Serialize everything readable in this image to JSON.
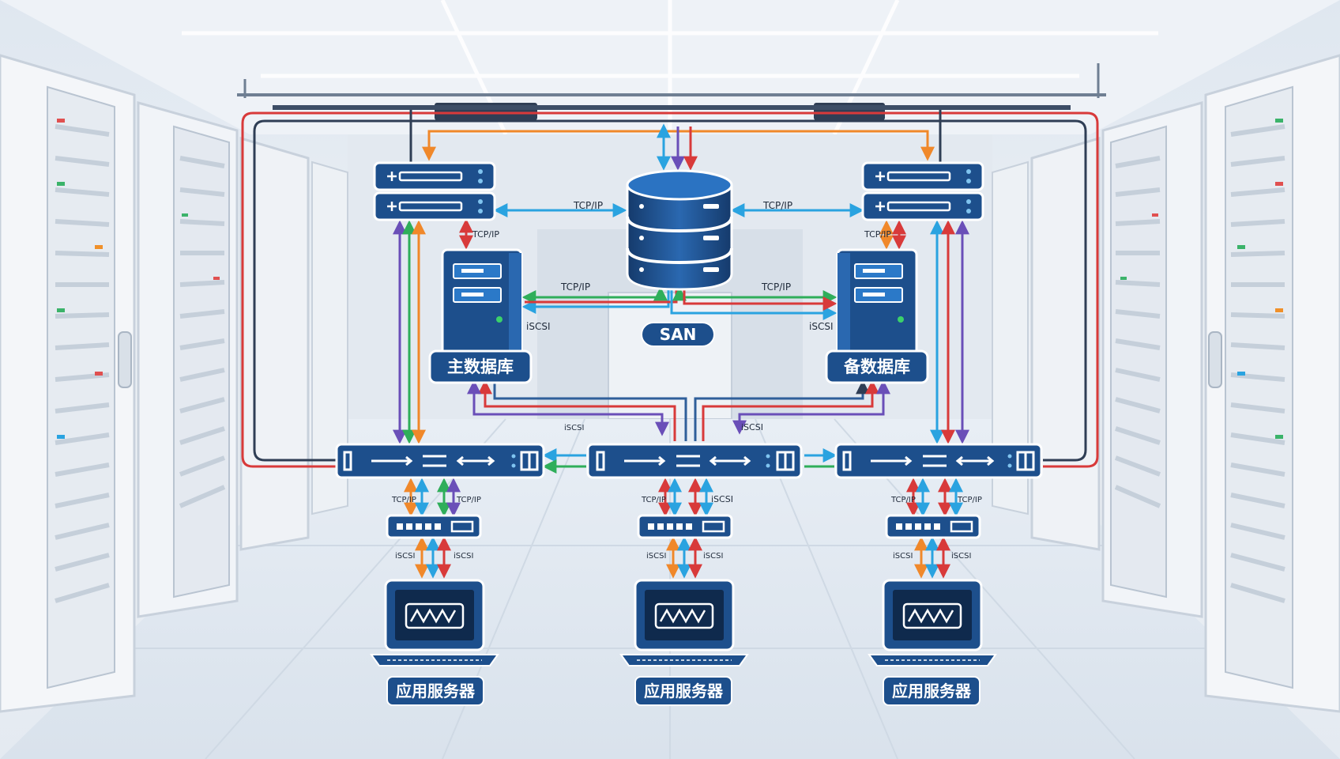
{
  "colors": {
    "navy": "#1d4f8c",
    "navy_dark": "#153a6b",
    "tcp": "#2aa3e0",
    "red": "#d83a3a",
    "orange": "#f0882a",
    "green": "#2fae5a",
    "purple": "#6a4fb8",
    "dark_cable": "#2f3e55"
  },
  "icons": {
    "san": "database-cylinder-icon",
    "db_server": "tower-server-icon",
    "rack_switch": "rack-switch-icon",
    "core_switch": "network-switch-icon",
    "access_switch": "access-switch-icon",
    "app_server": "laptop-monitor-icon"
  },
  "nodes": {
    "san": "SAN",
    "primary_db": "主数据库",
    "backup_db": "备数据库",
    "app_servers": [
      "应用服务器",
      "应用服务器",
      "应用服务器"
    ]
  },
  "links": {
    "tcp_top_left": "TCP/IP",
    "tcp_top_right": "TCP/IP",
    "tcp_left_short": "TCP/IP",
    "tcp_right_short": "TCP/IP",
    "tcp_mid_left": "TCP/IP",
    "tcp_mid_right": "TCP/IP",
    "iscsi_left": "iSCSI",
    "iscsi_right": "iSCSI",
    "iscsi_center_left": "iSCSI",
    "iscsi_center_right": "iSCSI",
    "access": [
      {
        "top_left": "TCP/IP",
        "top_right": "TCP/IP",
        "bottom_left": "iSCSI",
        "bottom_right": "iSCSI"
      },
      {
        "top_left": "TCP/IP",
        "top_right": "iSCSI",
        "bottom_left": "iSCSI",
        "bottom_right": "iSCSI"
      },
      {
        "top_left": "TCP/IP",
        "top_right": "TCP/IP",
        "bottom_left": "iSCSI",
        "bottom_right": "iSCSI"
      }
    ]
  }
}
